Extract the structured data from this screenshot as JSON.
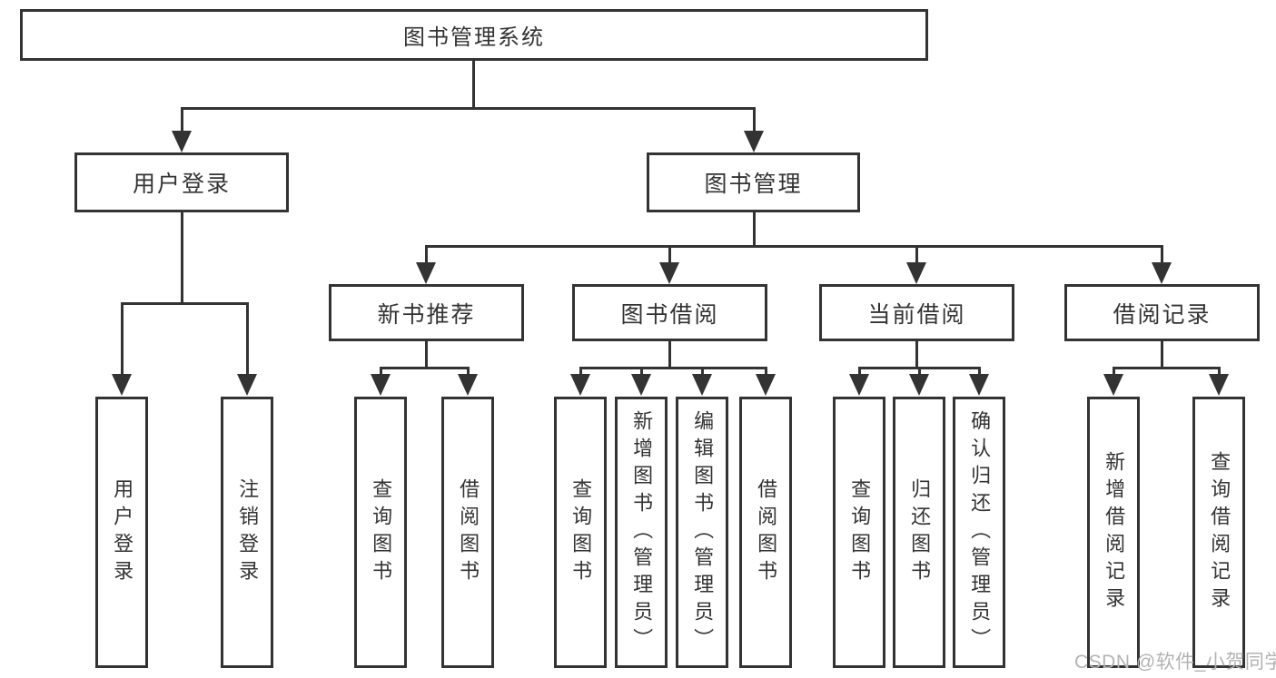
{
  "diagram": {
    "type": "hierarchy-tree",
    "colors": {
      "line": "#333333",
      "text": "#333333",
      "background": "#ffffff",
      "watermark": "#b3b3b3"
    },
    "root": {
      "label": "图书管理系统"
    },
    "branches": [
      {
        "label": "用户登录",
        "children": [
          {
            "label": "用户登录"
          },
          {
            "label": "注销登录"
          }
        ]
      },
      {
        "label": "图书管理",
        "children": [
          {
            "label": "新书推荐",
            "children": [
              {
                "label": "查询图书"
              },
              {
                "label": "借阅图书"
              }
            ]
          },
          {
            "label": "图书借阅",
            "children": [
              {
                "label": "查询图书"
              },
              {
                "label": "新增图书（管理员）"
              },
              {
                "label": "编辑图书（管理员）"
              },
              {
                "label": "借阅图书"
              }
            ]
          },
          {
            "label": "当前借阅",
            "children": [
              {
                "label": "查询图书"
              },
              {
                "label": "归还图书"
              },
              {
                "label": "确认归还（管理员）"
              }
            ]
          },
          {
            "label": "借阅记录",
            "children": [
              {
                "label": "新增借阅记录"
              },
              {
                "label": "查询借阅记录"
              }
            ]
          }
        ]
      }
    ],
    "watermark": "CSDN @软件_小贺同学"
  }
}
